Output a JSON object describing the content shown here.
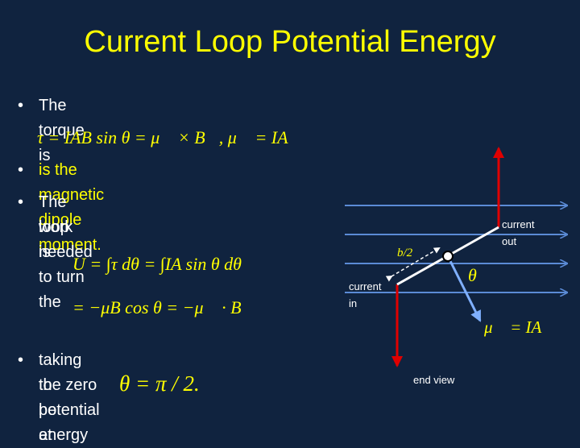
{
  "slide": {
    "title": "Current Loop Potential Energy"
  },
  "bullets": [
    {
      "line1": "The torque is",
      "line2": ""
    },
    {
      "line1": "is the magnetic dipole moment.",
      "line2": ""
    },
    {
      "line1": "The work needed to turn the",
      "line2": "loop is"
    },
    {
      "line1": "taking the zero potential energy",
      "line2": "to be at"
    }
  ],
  "equations": {
    "torque": "τ = IAB sin θ = μ⃗ × B⃗,    μ⃗ = IA⃗",
    "work_line1": "U = ∫τ dθ = ∫IA sin θ dθ",
    "work_line2": "= −μB cos θ = −μ⃗ · B⃗",
    "zero_angle": "θ = π / 2."
  },
  "diagram": {
    "label_current_out_1": "current",
    "label_current_out_2": "out",
    "label_current_in_1": "current",
    "label_current_in_2": "in",
    "label_b_half": "b/2",
    "label_theta": "θ",
    "label_mu": "μ⃗ = IA⃗",
    "label_end_view": "end view",
    "field_color": "#5b8bd6",
    "current_color": "#e00000",
    "mu_color": "#7fb0ff",
    "loop_color": "#ffffff"
  }
}
